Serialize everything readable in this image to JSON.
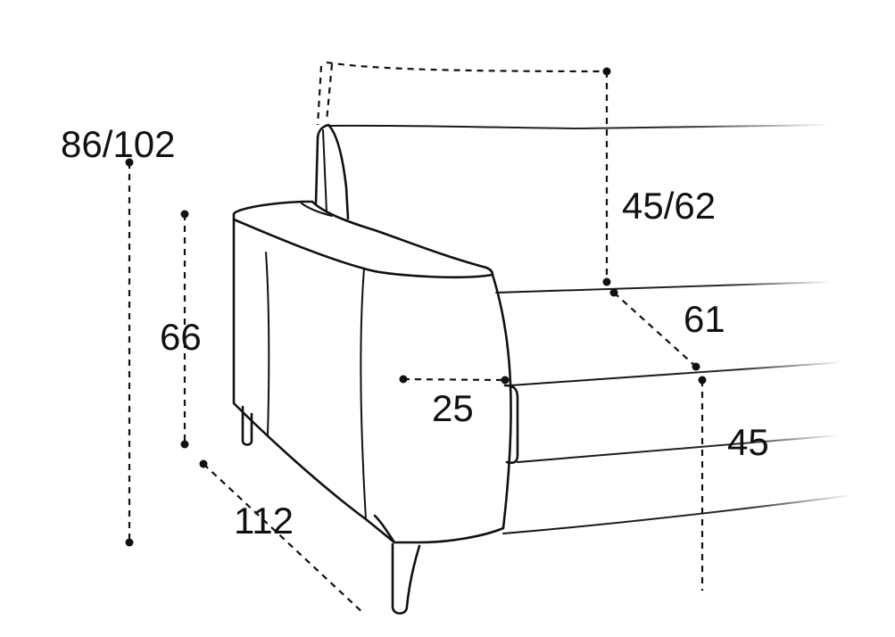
{
  "colors": {
    "line": "#111111",
    "background": "#ffffff"
  },
  "dimensions": {
    "total_height": "86/102",
    "backrest_height": "45/62",
    "armrest_height": "66",
    "seat_depth": "61",
    "armrest_width": "25",
    "seat_height": "45",
    "depth": "112"
  }
}
